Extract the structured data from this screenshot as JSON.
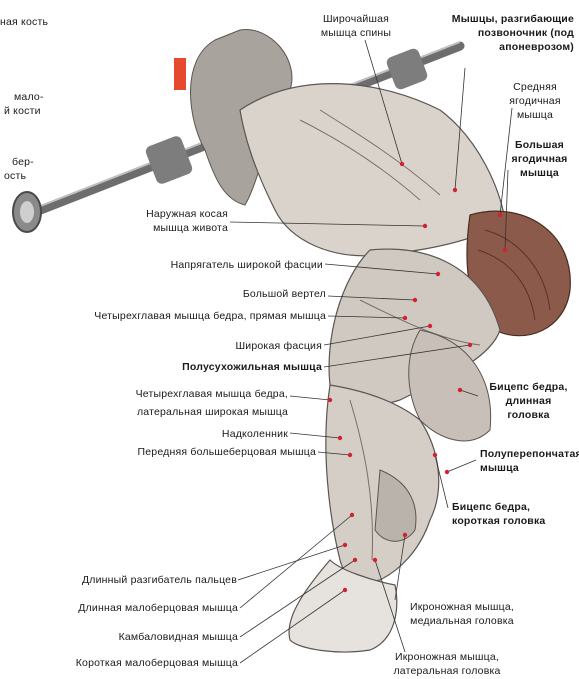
{
  "colors": {
    "skin": "#d9d3cc",
    "muscle_shade": "#7a6f68",
    "glute": "#8b5a4a",
    "pointer": "#d2222f",
    "bar": "#6d6d6d",
    "accent": "#e54a2e"
  },
  "labels": {
    "top_left_1": "ная  кость",
    "top_left_2a": "мало-",
    "top_left_2b": "й  кости",
    "top_left_3a": "бер-",
    "top_left_3b": "ость",
    "lat_a": "Широчайшая",
    "lat_b": "мышца  спины",
    "erector_a": "Мышцы, разгибающие",
    "erector_b": "позвоночник (под",
    "erector_c": "апоневрозом)",
    "gmed_a": "Средняя",
    "gmed_b": "ягодичная",
    "gmed_c": "мышца",
    "gmax_a": "Большая",
    "gmax_b": "ягодичная",
    "gmax_c": "мышца",
    "oblique_a": "Наружная косая",
    "oblique_b": "мышца живота",
    "tfl": "Напрягатель  широкой фасции",
    "trochanter": "Большой  вертел",
    "rectus": "Четырехглавая мышца бедра,  прямая мышца",
    "fascia": "Широкая  фасция",
    "semitend": "Полусухожильная  мышца",
    "vastus_a": "Четырехглавая мышца бедра,",
    "vastus_b": "латеральная широкая мышца",
    "patella": "Надколенник",
    "tib_ant": "Передняя  большеберцовая  мышца",
    "biceps_long_a": "Бицепс  бедра,",
    "biceps_long_b": "длинная",
    "biceps_long_c": "головка",
    "semimemb_a": "Полуперепончатая",
    "semimemb_b": "мышца",
    "biceps_short_a": "Бицепс  бедра,",
    "biceps_short_b": "короткая  головка",
    "ext_dig": "Длинный  разгибатель  пальцев",
    "peroneus_long": "Длинная  малоберцовая  мышца",
    "soleus": "Камбаловидная  мышца",
    "peroneus_short": "Короткая  малоберцовая  мышца",
    "gastro_med_a": "Икроножная  мышца,",
    "gastro_med_b": "медиальная  головка",
    "gastro_lat_a": "Икроножная  мышца,",
    "gastro_lat_b": "латеральная  головка"
  }
}
